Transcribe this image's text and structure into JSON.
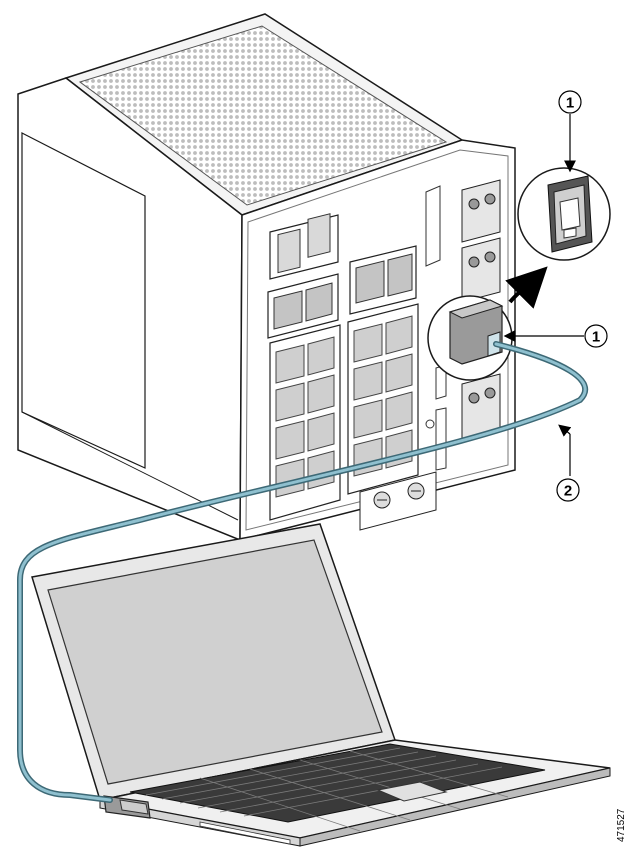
{
  "callouts": [
    {
      "number": "1"
    },
    {
      "number": "1"
    },
    {
      "number": "2"
    }
  ],
  "figure_id": "471527",
  "colors": {
    "cable": "#6f9fae",
    "cable_dark": "#3d6976",
    "chassis_fill": "#ffffff",
    "chassis_stroke": "#1a1a1a",
    "mesh": "#c9c9c9",
    "port_gray": "#b5b5b5",
    "screen": "#cfcfcf",
    "connector": "#9a9a9a"
  },
  "icons": [
    "rj45-port-icon",
    "curved-arrow-icon",
    "callout-arrow-icon"
  ]
}
